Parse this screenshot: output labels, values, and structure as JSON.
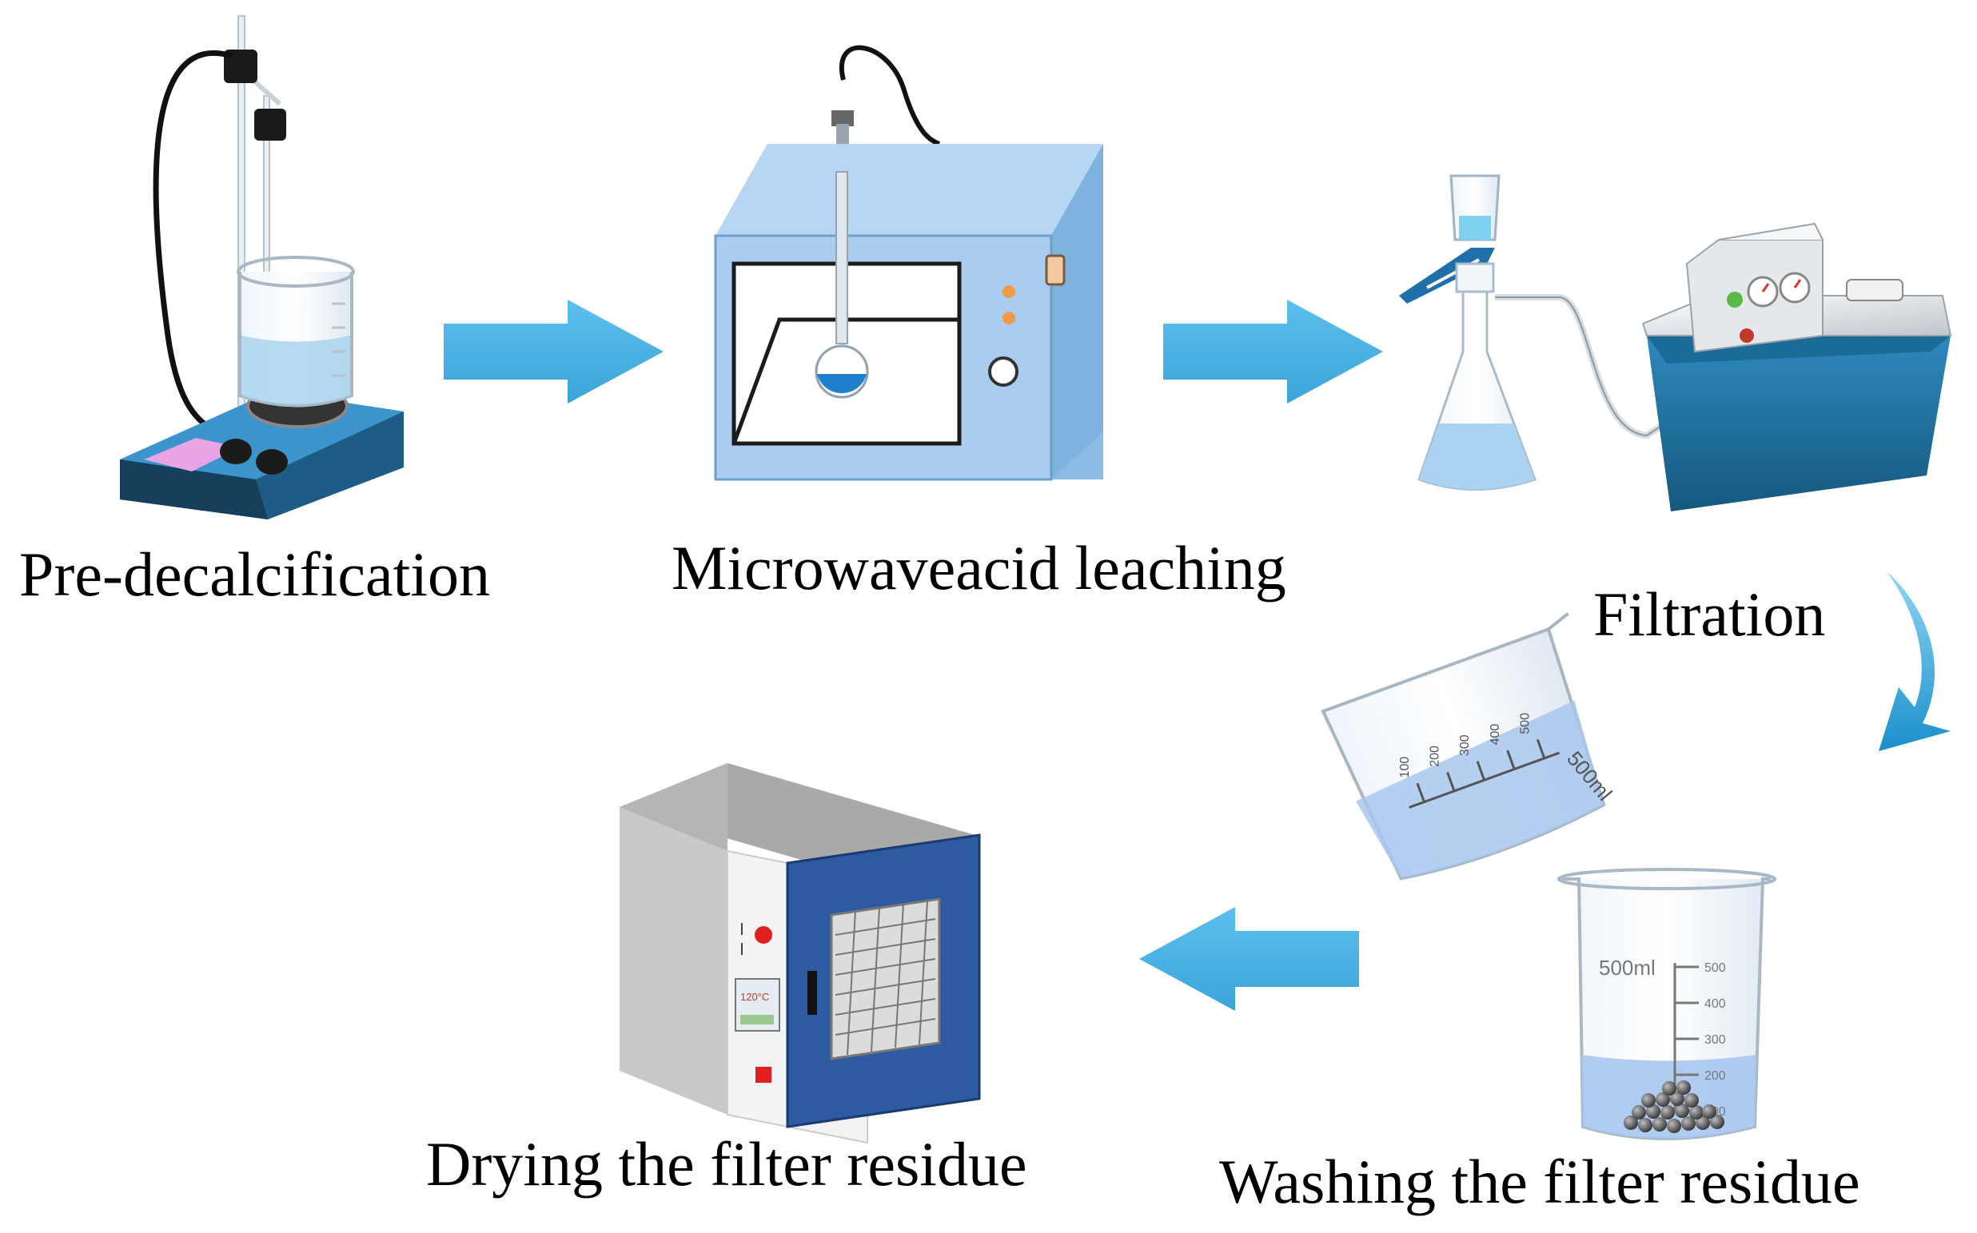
{
  "steps": {
    "pre_decalcification": "Pre-decalcification",
    "microwave_acid_leaching": "Microwaveacid leaching",
    "filtration": "Filtration",
    "washing": "Washing the filter residue",
    "drying": "Drying the filter residue"
  },
  "glassware": {
    "pouring_beaker": {
      "volume": "500ml",
      "ticks": [
        "100",
        "200",
        "300",
        "400",
        "500"
      ]
    },
    "receiving_beaker": {
      "volume": "500ml",
      "ticks": [
        "500",
        "400",
        "300",
        "200",
        "100"
      ]
    }
  },
  "oven_display": {
    "temperature": "120°C"
  },
  "colors": {
    "arrow": "#4ab3e3",
    "liquid": "#a9d3f0",
    "hotplate": "#2f82b8",
    "microwave_body": "#a9ccef",
    "pump_body": "#1f6d98",
    "oven_door": "#2d5aa0",
    "oven_body": "#c8c8c8"
  }
}
